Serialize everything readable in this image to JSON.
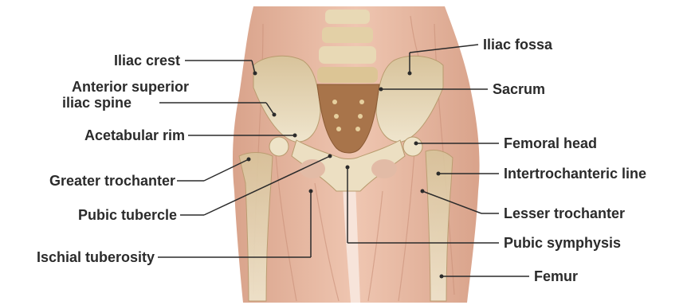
{
  "labels": {
    "iliac_crest": "Iliac crest",
    "asis_line1": "Anterior superior",
    "asis_line2": "iliac spine",
    "acetabular_rim": "Acetabular rim",
    "greater_trochanter": "Greater trochanter",
    "pubic_tubercle": "Pubic tubercle",
    "ischial_tuberosity": "Ischial tuberosity",
    "iliac_fossa": "Iliac fossa",
    "sacrum": "Sacrum",
    "femoral_head": "Femoral head",
    "intertrochanteric_line": "Intertrochanteric line",
    "lesser_trochanter": "Lesser trochanter",
    "pubic_symphysis": "Pubic symphysis",
    "femur": "Femur"
  },
  "colors": {
    "muscle": "#e3b29a",
    "muscle_dark": "#c98f78",
    "bone": "#e9dcbf",
    "sacrum": "#a8744a",
    "text": "#2b2b2b"
  }
}
